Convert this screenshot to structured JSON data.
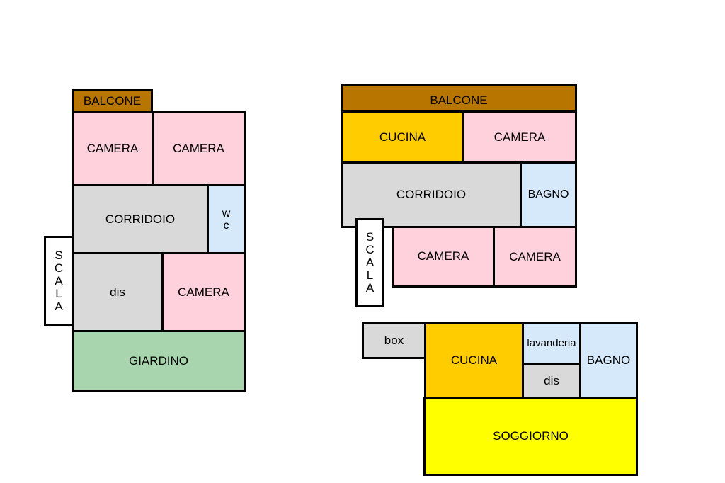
{
  "colors": {
    "balcone": "#b87600",
    "camera": "#ffd1dc",
    "corridoio": "#d9d9d9",
    "bagno": "#d6e9fb",
    "giardino": "#a8d5ae",
    "cucina": "#ffcc00",
    "soggiorno": "#ffff00",
    "border": "#000000"
  },
  "plan1": {
    "balcone": "BALCONE",
    "camera_1": "CAMERA",
    "camera_2": "CAMERA",
    "corridoio": "CORRIDOIO",
    "wc_letters": [
      "w",
      "c"
    ],
    "scala_letters": [
      "S",
      "C",
      "A",
      "L",
      "A"
    ],
    "dis": "dis",
    "camera_3": "CAMERA",
    "giardino": "GIARDINO"
  },
  "plan2": {
    "balcone": "BALCONE",
    "cucina": "CUCINA",
    "camera_1": "CAMERA",
    "corridoio": "CORRIDOIO",
    "bagno": "BAGNO",
    "scala_letters": [
      "S",
      "C",
      "A",
      "L",
      "A"
    ],
    "camera_2": "CAMERA",
    "camera_3": "CAMERA"
  },
  "plan3": {
    "box": "box",
    "cucina": "CUCINA",
    "lavanderia": "lavanderia",
    "dis": "dis",
    "bagno": "BAGNO",
    "soggiorno": "SOGGIORNO"
  }
}
